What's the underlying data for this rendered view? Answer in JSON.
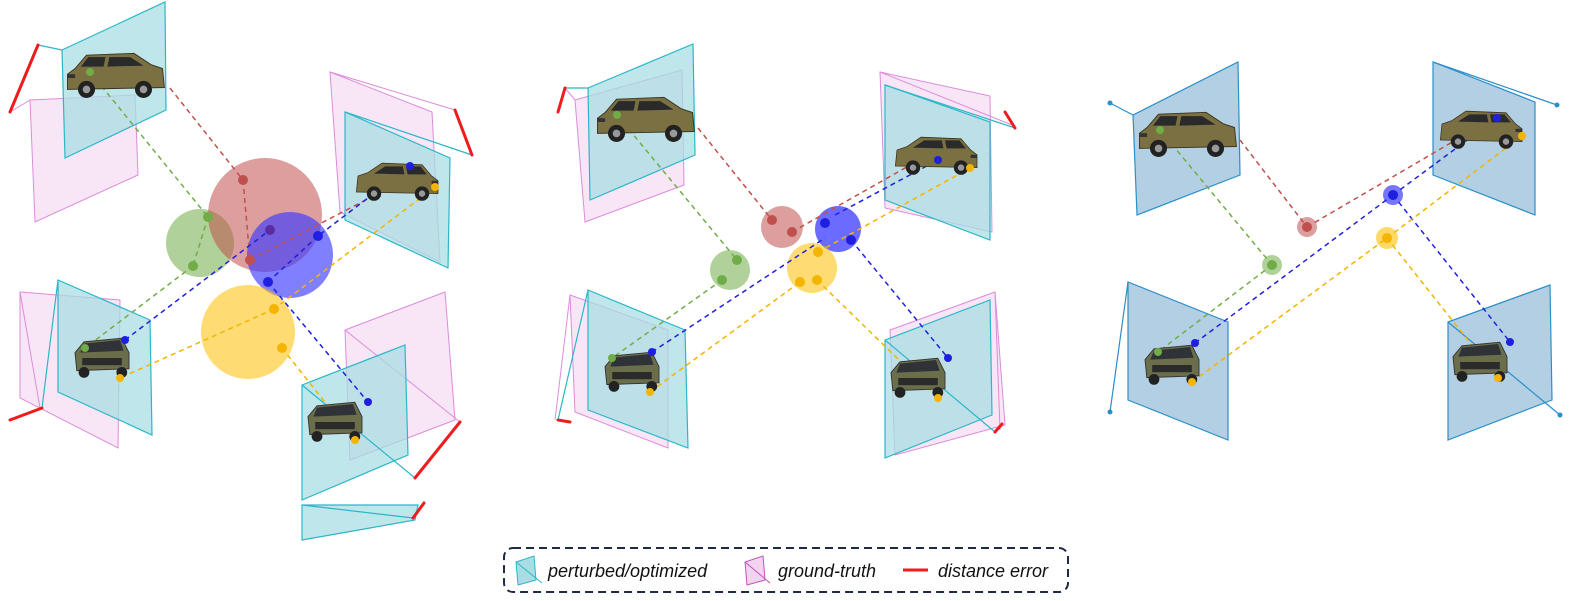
{
  "legend": {
    "perturbed": "perturbed/optimized",
    "ground_truth": "ground-truth",
    "distance_error": "distance error"
  },
  "colors": {
    "camera_perturbed": "#2bb7c8",
    "camera_fill": "#a9dde3",
    "camera_fill_optimized": "#9fc3dc",
    "camera_groundtruth": "#d77bd6",
    "groundtruth_fill": "#f2d3f0",
    "distance_error": "#ee1c1c",
    "point_red": "#c0504d",
    "point_green": "#70ad47",
    "point_blue": "#1f1fe0",
    "point_yellow": "#f4b400",
    "car_body": "#7b7042",
    "legend_border": "#1f2a44"
  },
  "icons": [
    "car-icon",
    "camera-frustum-icon"
  ]
}
